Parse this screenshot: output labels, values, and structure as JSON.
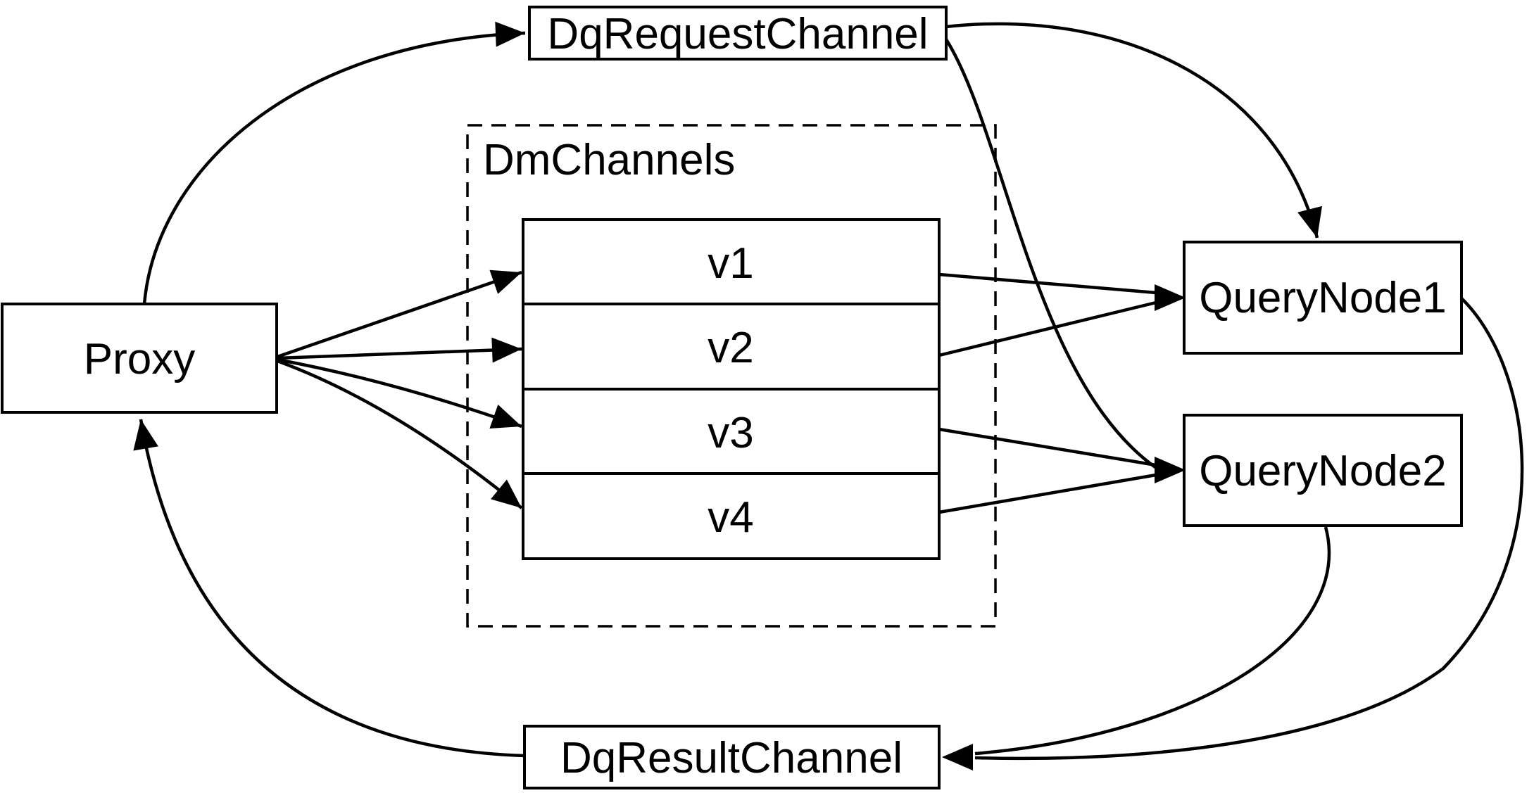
{
  "diagram": {
    "background": "#ffffff",
    "stroke_color": "#000000",
    "text_color": "#000000",
    "nodes": {
      "dq_request_channel": {
        "label": "DqRequestChannel"
      },
      "proxy": {
        "label": "Proxy"
      },
      "dm_channels_group": {
        "label": "DmChannels"
      },
      "channels": [
        {
          "label": "v1"
        },
        {
          "label": "v2"
        },
        {
          "label": "v3"
        },
        {
          "label": "v4"
        }
      ],
      "query_node_1": {
        "label": "QueryNode1"
      },
      "query_node_2": {
        "label": "QueryNode2"
      },
      "dq_result_channel": {
        "label": "DqResultChannel"
      }
    },
    "edges": [
      {
        "from": "Proxy",
        "to": "DqRequestChannel"
      },
      {
        "from": "Proxy",
        "to": "v1"
      },
      {
        "from": "Proxy",
        "to": "v2"
      },
      {
        "from": "Proxy",
        "to": "v3"
      },
      {
        "from": "Proxy",
        "to": "v4"
      },
      {
        "from": "v1",
        "to": "QueryNode1"
      },
      {
        "from": "v2",
        "to": "QueryNode1"
      },
      {
        "from": "v3",
        "to": "QueryNode2"
      },
      {
        "from": "v4",
        "to": "QueryNode2"
      },
      {
        "from": "DqRequestChannel",
        "to": "QueryNode1"
      },
      {
        "from": "DqRequestChannel",
        "to": "QueryNode2"
      },
      {
        "from": "QueryNode1",
        "to": "DqResultChannel"
      },
      {
        "from": "QueryNode2",
        "to": "DqResultChannel"
      },
      {
        "from": "DqResultChannel",
        "to": "Proxy"
      }
    ]
  }
}
